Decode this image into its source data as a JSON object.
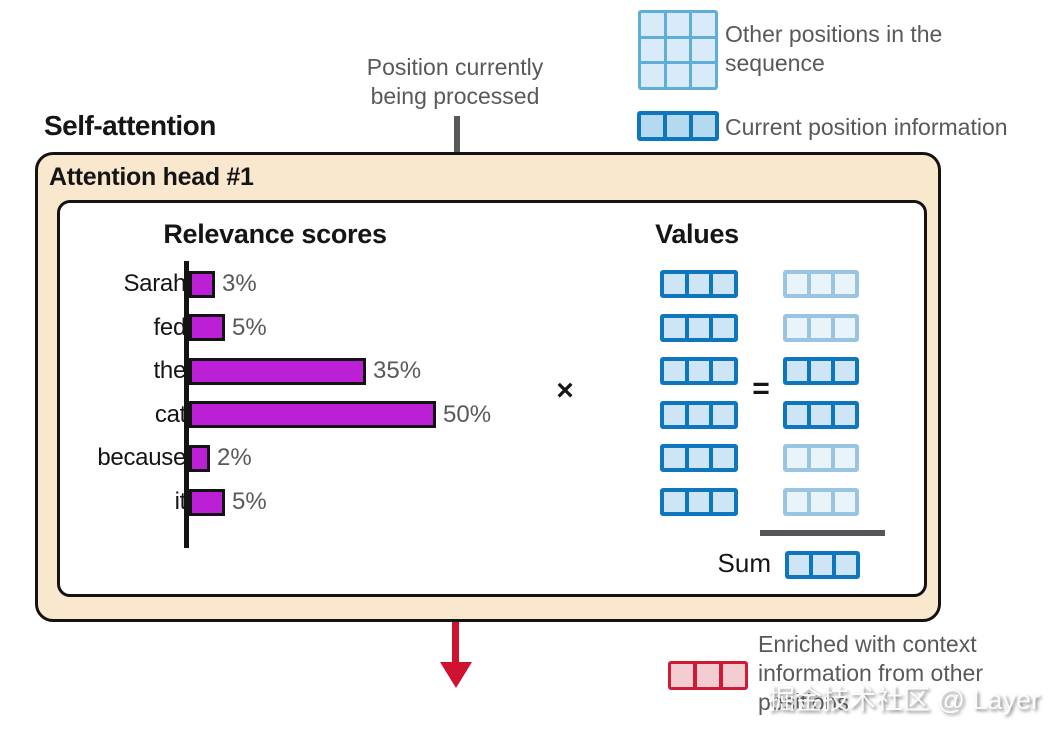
{
  "title": "Self-attention",
  "top_annotation": {
    "line1": "Position currently",
    "line2": "being processed"
  },
  "legend": {
    "other_positions_label": "Other positions in the sequence",
    "current_position_label": "Current position information"
  },
  "attention_head_label": "Attention head #1",
  "chart_data": {
    "type": "bar",
    "orientation": "horizontal",
    "title": "Relevance scores",
    "categories": [
      "Sarah",
      "fed",
      "the",
      "cat",
      "because",
      "it"
    ],
    "values": [
      3,
      5,
      35,
      50,
      2,
      5
    ],
    "value_labels": [
      "3%",
      "5%",
      "35%",
      "50%",
      "2%",
      "5%"
    ],
    "unit": "%",
    "xlim": [
      0,
      50
    ],
    "bar_color": "#bb1fd6"
  },
  "values_panel": {
    "header": "Values",
    "multiply_symbol": "×",
    "equals_symbol": "=",
    "row_count": 6,
    "result_emphasized": [
      false,
      false,
      true,
      true,
      false,
      false
    ],
    "sum_label": "Sum"
  },
  "bottom_annotation": {
    "line1": "Enriched with context",
    "line2": "information from other",
    "line3": "positions"
  },
  "watermark": "掘金技术社区 @ Layer",
  "colors": {
    "panel_bg": "#fae8ce",
    "box_border": "#131313",
    "value_border": "#0e76bc",
    "value_fill": "#cde5f4",
    "light_border": "#5fadd9",
    "light_fill": "#d9ebf8",
    "current_fill": "#b5d9ef",
    "bar_purple": "#bb1fd6",
    "arrow_red": "#cf1230",
    "red_fill": "#f4cdd2",
    "gray_text": "#58595b"
  }
}
